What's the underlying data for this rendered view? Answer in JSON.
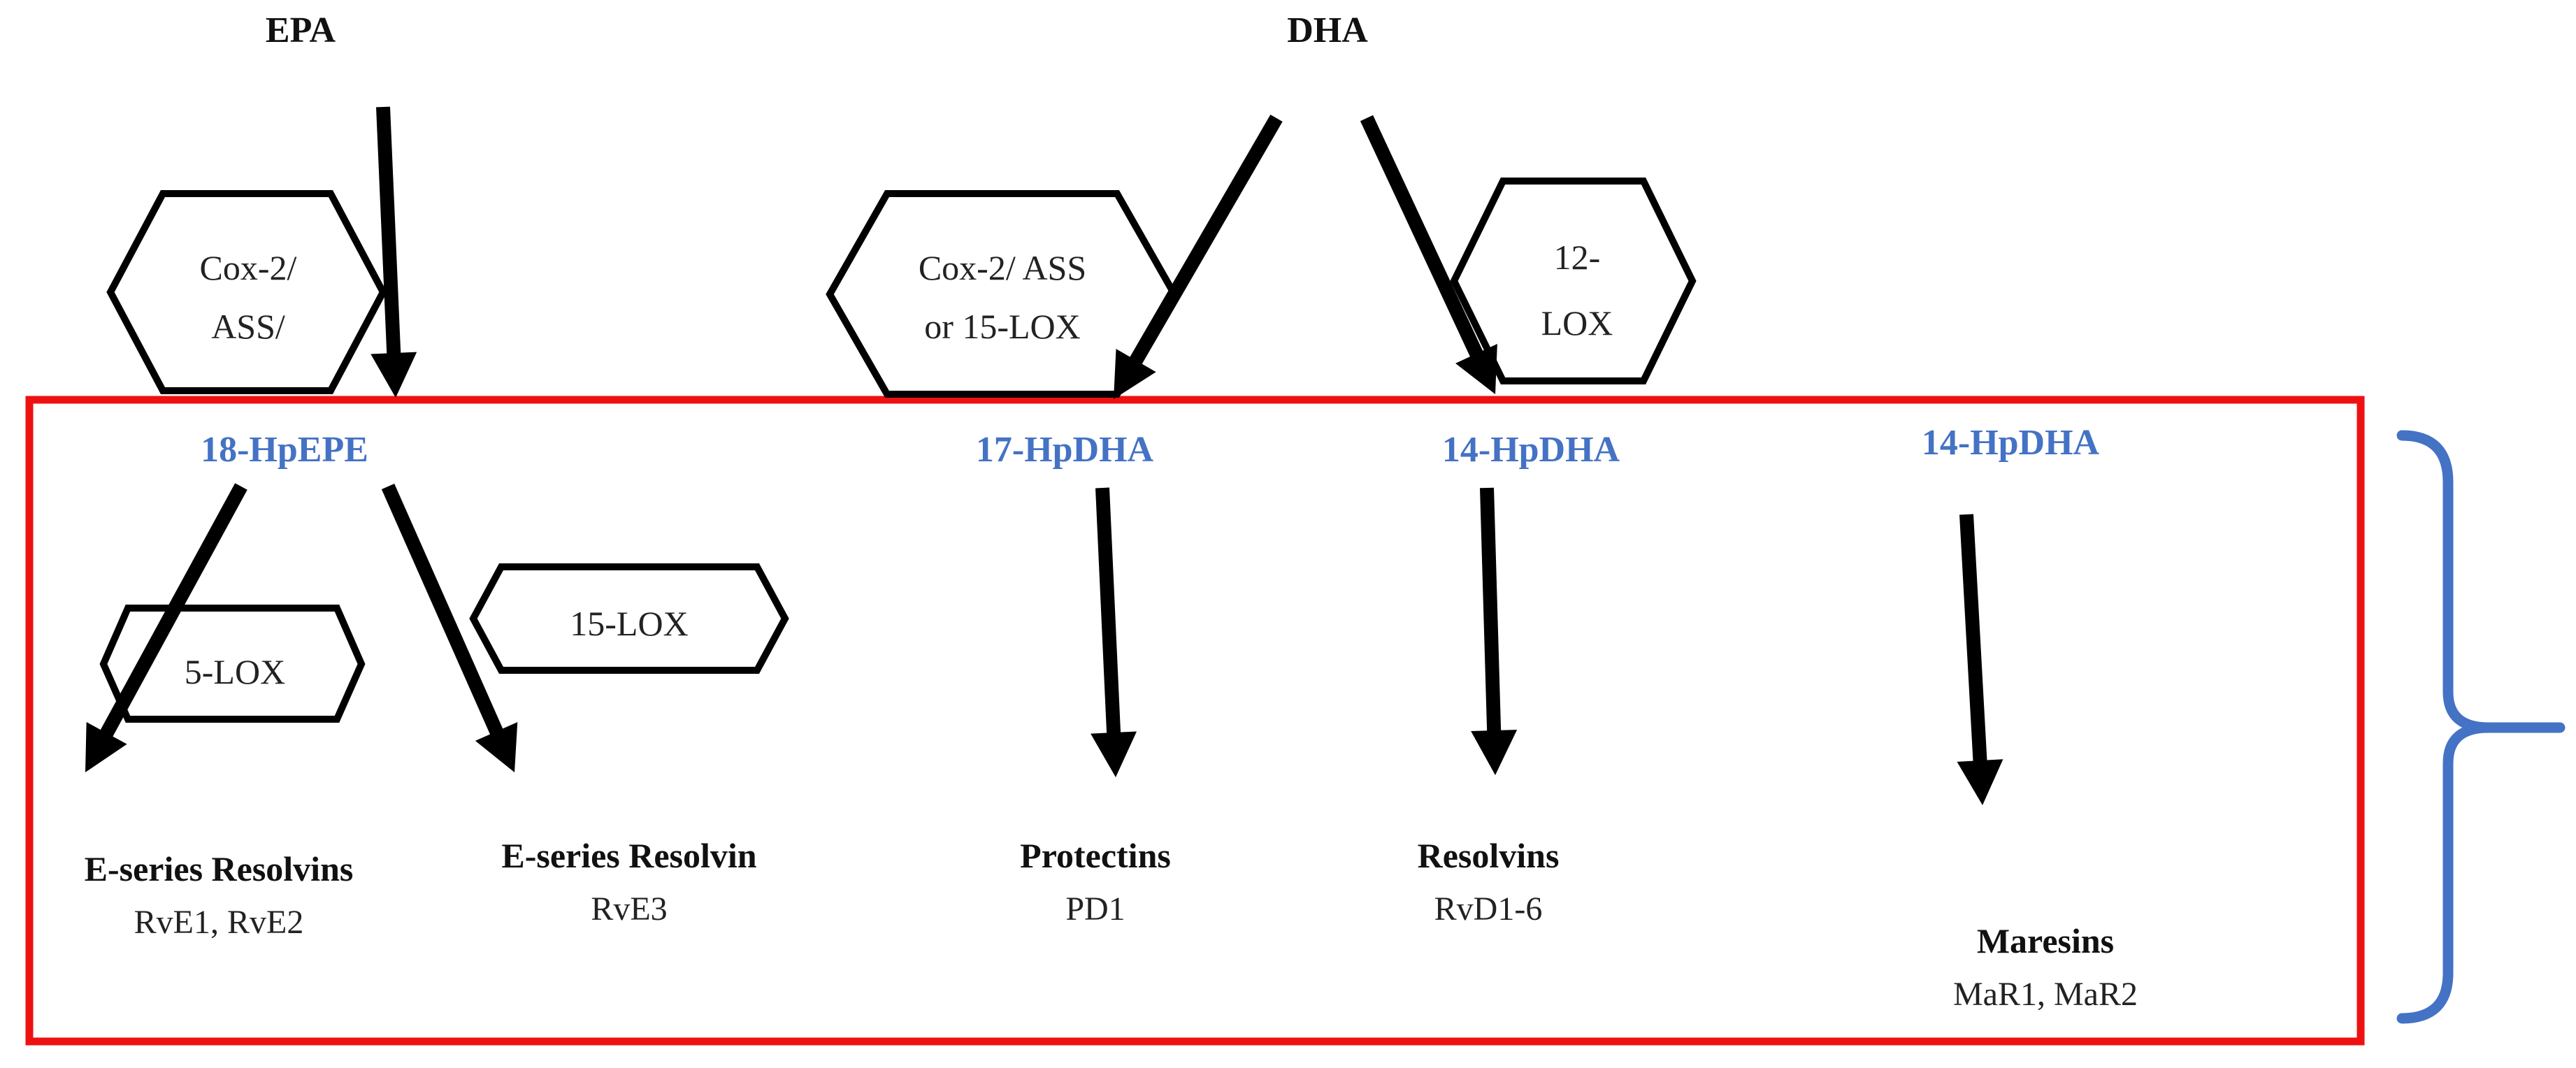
{
  "sources": {
    "epa": "EPA",
    "dha": "DHA"
  },
  "enzymes": {
    "cox_ass_epa": [
      "Cox-2/",
      "ASS/"
    ],
    "cox_ass_lox15_dha": [
      "Cox-2/ ASS",
      "or 15-LOX"
    ],
    "lox12": [
      "12-",
      "LOX"
    ],
    "lox5": "5-LOX",
    "lox15": "15-LOX"
  },
  "intermediates": [
    "18-HpEPE",
    "17-HpDHA",
    "14-HpDHA",
    "14-HpDHA"
  ],
  "products": [
    {
      "name": "E-series Resolvins",
      "examples": "RvE1, RvE2"
    },
    {
      "name": "E-series Resolvin",
      "examples": "RvE3"
    },
    {
      "name": "Protectins",
      "examples": "PD1"
    },
    {
      "name": "Resolvins",
      "examples": "RvD1-6"
    },
    {
      "name": "Maresins",
      "examples": "MaR1, MaR2"
    }
  ],
  "colors": {
    "intermediate_text": "#4472C4",
    "bracket": "#4472C4",
    "frame": "#ee1111",
    "arrows": "#000000"
  }
}
